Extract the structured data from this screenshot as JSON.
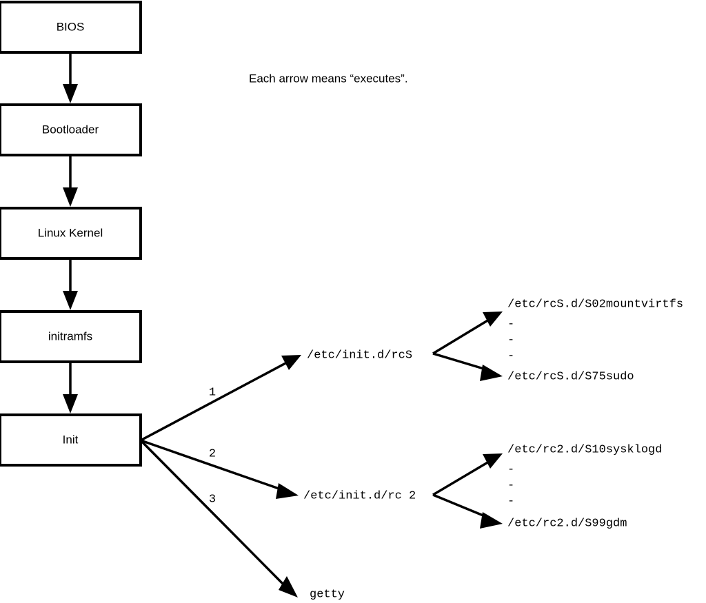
{
  "diagram": {
    "title": "Linux boot process flowchart",
    "caption": "Each arrow means “executes”.",
    "colors": {
      "background": "#ffffff",
      "stroke": "#000000",
      "box_fill": "#ffffff"
    },
    "boxes": [
      {
        "id": "bios",
        "label": "BIOS"
      },
      {
        "id": "bootloader",
        "label": "Bootloader"
      },
      {
        "id": "kernel",
        "label": "Linux Kernel"
      },
      {
        "id": "initramfs",
        "label": "initramfs"
      },
      {
        "id": "init",
        "label": "Init"
      }
    ],
    "branch_numbers": [
      {
        "id": "branch-1",
        "label": "1"
      },
      {
        "id": "branch-2",
        "label": "2"
      },
      {
        "id": "branch-3",
        "label": "3"
      }
    ],
    "targets": [
      {
        "id": "rcs",
        "label": "/etc/init.d/rcS"
      },
      {
        "id": "rc2",
        "label": "/etc/init.d/rc 2"
      },
      {
        "id": "getty",
        "label": "getty"
      }
    ],
    "rcs_scripts": {
      "first": "/etc/rcS.d/S02mountvirtfs",
      "last": "/etc/rcS.d/S75sudo",
      "ellipsis": [
        "-",
        "-",
        "-"
      ]
    },
    "rc2_scripts": {
      "first": "/etc/rc2.d/S10sysklogd",
      "last": "/etc/rc2.d/S99gdm",
      "ellipsis": [
        "-",
        "-",
        "-"
      ]
    }
  }
}
